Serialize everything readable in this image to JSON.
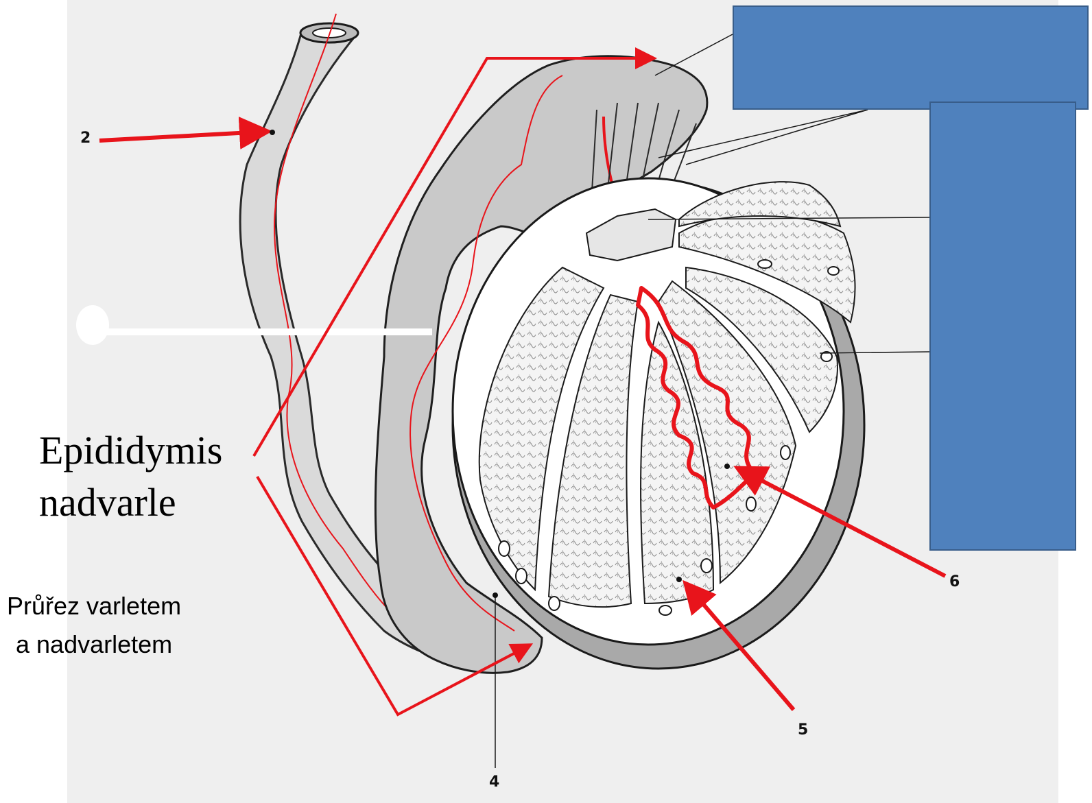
{
  "labels": {
    "epididymis_en": "Epididymis",
    "epididymis_cz": "nadvarle",
    "section_line1": "Průřez varletem",
    "section_line2": "a nadvarletem",
    "num_2": "2",
    "num_4": "4",
    "num_5": "5",
    "num_6": "6"
  },
  "colors": {
    "background": "#ffffff",
    "panel": "#efefef",
    "arrow_red": "#e8141b",
    "label_box_blue": "#4f81bd",
    "label_box_border": "#385d8a",
    "tissue_gray": "#bdbdbd",
    "outline": "#1a1a1a"
  },
  "icons": {
    "pointer_arrow": "red-arrow-icon",
    "bracket": "red-bracket-icon"
  }
}
